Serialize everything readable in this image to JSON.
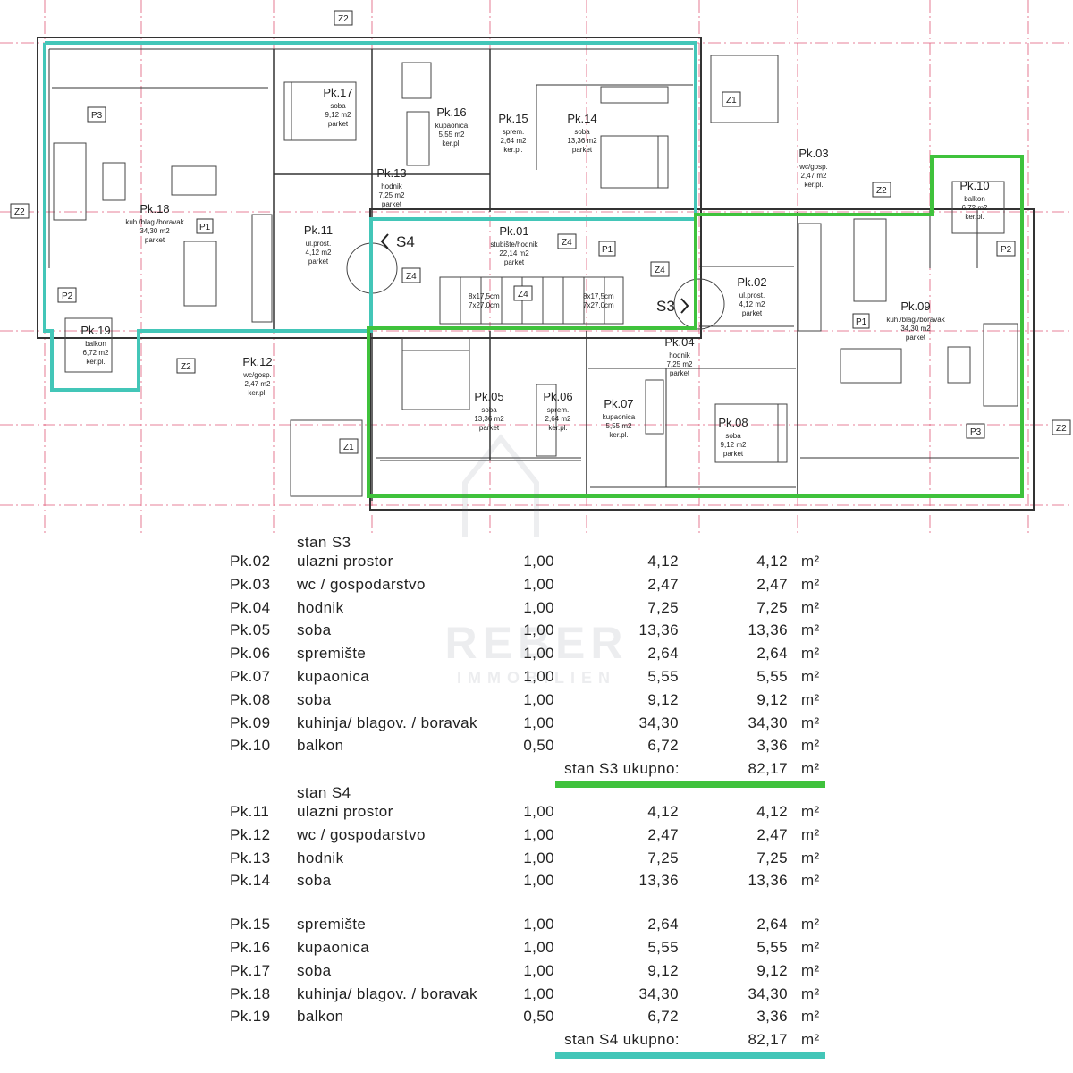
{
  "plan": {
    "rooms": [
      {
        "id": "Pk.17",
        "name": "soba",
        "area": "9,12 m2",
        "floor": "parket"
      },
      {
        "id": "Pk.16",
        "name": "kupaonica",
        "area": "5,55 m2",
        "floor": "ker.pl."
      },
      {
        "id": "Pk.15",
        "name": "sprem.",
        "area": "2,64 m2",
        "floor": "ker.pl."
      },
      {
        "id": "Pk.14",
        "name": "soba",
        "area": "13,36 m2",
        "floor": "parket"
      },
      {
        "id": "Pk.13",
        "name": "hodnik",
        "area": "7,25 m2",
        "floor": "parket"
      },
      {
        "id": "Pk.18",
        "name": "kuh./blag./boravak",
        "area": "34,30 m2",
        "floor": "parket"
      },
      {
        "id": "Pk.11",
        "name": "ul.prost.",
        "area": "4,12 m2",
        "floor": "parket"
      },
      {
        "id": "Pk.01",
        "name": "stubište/hodnik",
        "area": "22,14 m2",
        "floor": "parket"
      },
      {
        "id": "Pk.03",
        "name": "wc/gosp.",
        "area": "2,47 m2",
        "floor": "ker.pl."
      },
      {
        "id": "Pk.10",
        "name": "balkon",
        "area": "6,72 m2",
        "floor": "ker.pl."
      },
      {
        "id": "Pk.02",
        "name": "ul.prost.",
        "area": "4,12 m2",
        "floor": "parket"
      },
      {
        "id": "Pk.09",
        "name": "kuh./blag./boravak",
        "area": "34,30 m2",
        "floor": "parket"
      },
      {
        "id": "Pk.19",
        "name": "balkon",
        "area": "6,72 m2",
        "floor": "ker.pl."
      },
      {
        "id": "Pk.12",
        "name": "wc/gosp.",
        "area": "2,47 m2",
        "floor": "ker.pl."
      },
      {
        "id": "Pk.05",
        "name": "soba",
        "area": "13,36 m2",
        "floor": "parket"
      },
      {
        "id": "Pk.06",
        "name": "sprem.",
        "area": "2,64 m2",
        "floor": "ker.pl."
      },
      {
        "id": "Pk.07",
        "name": "kupaonica",
        "area": "5,55 m2",
        "floor": "ker.pl."
      },
      {
        "id": "Pk.04",
        "name": "hodnik",
        "area": "7,25 m2",
        "floor": "parket"
      },
      {
        "id": "Pk.08",
        "name": "soba",
        "area": "9,12 m2",
        "floor": "parket"
      }
    ],
    "tags": {
      "z1": "Z1",
      "z2": "Z2",
      "z4": "Z4",
      "p1": "P1",
      "p2": "P2",
      "p3": "P3"
    },
    "unit_labels": {
      "s4": "S4",
      "s3": "S3"
    },
    "stair_notes": [
      "8x17,5cm",
      "7x27,0cm"
    ],
    "colors": {
      "s3": "#3fc23c",
      "s4": "#43c6b8",
      "walls": "#333333",
      "grid": "#e05a78"
    }
  },
  "watermark": {
    "brand": "REBER",
    "sub": "IMMOBILIEN"
  },
  "schedule": {
    "m2": "m²",
    "sections": [
      {
        "title": "stan S3",
        "rows": [
          {
            "id": "Pk.02",
            "name": "ulazni prostor",
            "coef": "1,00",
            "area": "4,12",
            "net": "4,12"
          },
          {
            "id": "Pk.03",
            "name": "wc / gospodarstvo",
            "coef": "1,00",
            "area": "2,47",
            "net": "2,47"
          },
          {
            "id": "Pk.04",
            "name": "hodnik",
            "coef": "1,00",
            "area": "7,25",
            "net": "7,25"
          },
          {
            "id": "Pk.05",
            "name": "soba",
            "coef": "1,00",
            "area": "13,36",
            "net": "13,36"
          },
          {
            "id": "Pk.06",
            "name": "spremište",
            "coef": "1,00",
            "area": "2,64",
            "net": "2,64"
          },
          {
            "id": "Pk.07",
            "name": "kupaonica",
            "coef": "1,00",
            "area": "5,55",
            "net": "5,55"
          },
          {
            "id": "Pk.08",
            "name": "soba",
            "coef": "1,00",
            "area": "9,12",
            "net": "9,12"
          },
          {
            "id": "Pk.09",
            "name": "kuhinja/ blagov. / boravak",
            "coef": "1,00",
            "area": "34,30",
            "net": "34,30"
          },
          {
            "id": "Pk.10",
            "name": "balkon",
            "coef": "0,50",
            "area": "6,72",
            "net": "3,36"
          }
        ],
        "total_label": "stan S3 ukupno:",
        "total": "82,17"
      },
      {
        "title": "stan S4",
        "rows": [
          {
            "id": "Pk.11",
            "name": "ulazni prostor",
            "coef": "1,00",
            "area": "4,12",
            "net": "4,12"
          },
          {
            "id": "Pk.12",
            "name": "wc / gospodarstvo",
            "coef": "1,00",
            "area": "2,47",
            "net": "2,47"
          },
          {
            "id": "Pk.13",
            "name": "hodnik",
            "coef": "1,00",
            "area": "7,25",
            "net": "7,25"
          },
          {
            "id": "Pk.14",
            "name": "soba",
            "coef": "1,00",
            "area": "13,36",
            "net": "13,36"
          },
          {
            "id": "Pk.15",
            "name": "spremište",
            "coef": "1,00",
            "area": "2,64",
            "net": "2,64"
          },
          {
            "id": "Pk.16",
            "name": "kupaonica",
            "coef": "1,00",
            "area": "5,55",
            "net": "5,55"
          },
          {
            "id": "Pk.17",
            "name": "soba",
            "coef": "1,00",
            "area": "9,12",
            "net": "9,12"
          },
          {
            "id": "Pk.18",
            "name": "kuhinja/ blagov. / boravak",
            "coef": "1,00",
            "area": "34,30",
            "net": "34,30"
          },
          {
            "id": "Pk.19",
            "name": "balkon",
            "coef": "0,50",
            "area": "6,72",
            "net": "3,36"
          }
        ],
        "total_label": "stan S4 ukupno:",
        "total": "82,17"
      }
    ]
  }
}
